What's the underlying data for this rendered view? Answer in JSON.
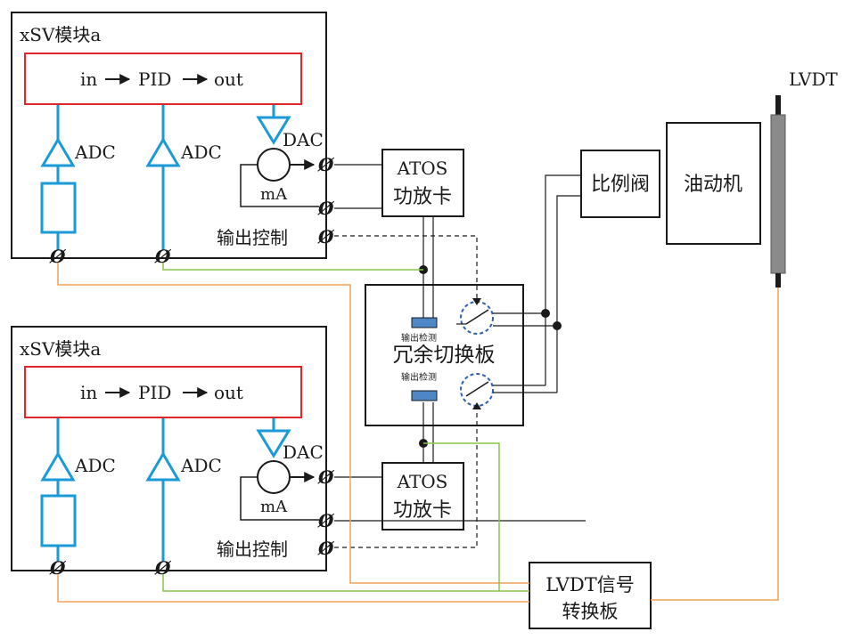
{
  "colors": {
    "black": "#1a1a1a",
    "red": "#e0262b",
    "blue": "#1a9ad6",
    "detect_blue": "#4f86c6",
    "green": "#8bc34a",
    "orange": "#f0a15a",
    "lvdt_gray": "#8a8a8a",
    "dashed_circle": "#2f5fb0"
  },
  "modules": [
    {
      "title": "xSV模块a",
      "pid": {
        "in": "in",
        "arrow": "→",
        "pid": "PID",
        "out": "out"
      },
      "adc_1": "ADC",
      "adc_2": "ADC",
      "dac": "DAC",
      "ma": "mA",
      "output_control": "输出控制"
    },
    {
      "title": "xSV模块a",
      "pid": {
        "in": "in",
        "arrow": "→",
        "pid": "PID",
        "out": "out"
      },
      "adc_1": "ADC",
      "adc_2": "ADC",
      "dac": "DAC",
      "ma": "mA",
      "output_control": "输出控制"
    }
  ],
  "atos": [
    {
      "line1": "ATOS",
      "line2": "功放卡"
    },
    {
      "line1": "ATOS",
      "line2": "功放卡"
    }
  ],
  "redundancy_board": {
    "title": "冗余切换板",
    "detect_top": "输出检测",
    "detect_bottom": "输出检测"
  },
  "proportional_valve": "比例阀",
  "actuator": "油动机",
  "lvdt_label": "LVDT",
  "lvdt_converter": {
    "line1": "LVDT信号",
    "line2": "转换板"
  },
  "terminal_glyph": "Ø"
}
